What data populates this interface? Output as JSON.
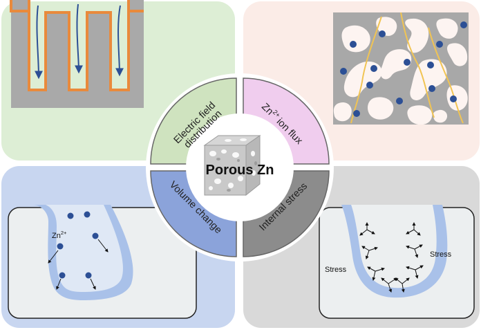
{
  "center": {
    "title": "Porous Zn",
    "labels": {
      "top_left_line1": "Electric field",
      "top_left_line2": "distribution",
      "top_right": "Zn",
      "top_right_sup": "2+",
      "top_right_tail": "ion flux",
      "bottom_left": "Volume change",
      "bottom_right": "Internal stress"
    }
  },
  "volume_panel": {
    "ion_label": "Zn",
    "ion_sup": "2+"
  },
  "stress_panel": {
    "left_label": "Stress",
    "right_label": "Stress"
  },
  "colors": {
    "green_panel": "#ddeed5",
    "pink_panel": "#fbece7",
    "blue_panel": "#c8d6f0",
    "gray_panel": "#d9d9d9",
    "seg_green": "#cfe3bf",
    "seg_pink": "#f0cdee",
    "seg_blue": "#8ba3da",
    "seg_gray": "#8c8c8c",
    "electrode_gray": "#a9a9a9",
    "orange_layer": "#e98a3c",
    "ion_blue": "#2c4f95",
    "flux_yellow": "#f1c453"
  }
}
